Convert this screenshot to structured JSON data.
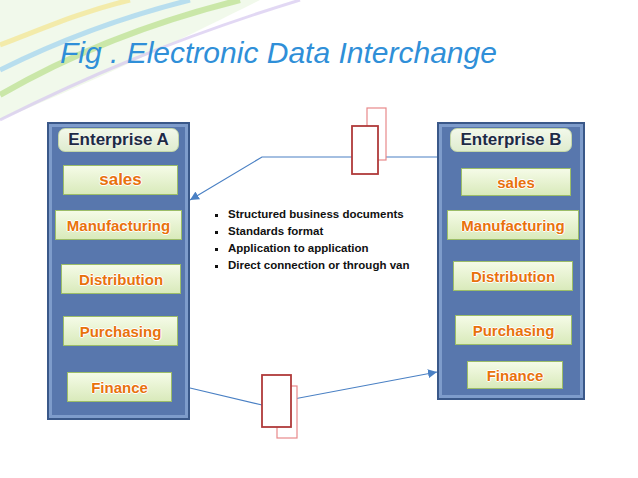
{
  "diagram": {
    "title": "Fig . Electronic Data Interchange",
    "nodes": [
      {
        "text": [
          "Enterprise A"
        ]
      },
      {
        "text": [
          "sales"
        ],
        "in": 0
      },
      {
        "text": [
          "Manufacturing"
        ],
        "in": 0
      },
      {
        "text": [
          "Distribution"
        ],
        "in": 0
      },
      {
        "text": [
          "Purchasing"
        ],
        "in": 0
      },
      {
        "text": [
          "Finance"
        ],
        "in": 0
      },
      {
        "text": [
          "Enterprise B"
        ]
      },
      {
        "text": [
          "sales"
        ],
        "in": 6
      },
      {
        "text": [
          "Manufacturing"
        ],
        "in": 6
      },
      {
        "text": [
          "Distribution"
        ],
        "in": 6
      },
      {
        "text": [
          "Purchasing"
        ],
        "in": 6
      },
      {
        "text": [
          "Finance"
        ],
        "in": 6
      }
    ],
    "edges": [
      {
        "from": 6,
        "to": 0,
        "arrow": "to"
      },
      {
        "from": 0,
        "to": 6,
        "arrow": "to"
      }
    ],
    "labels": [
      "Structured business documents",
      "Standards format",
      "Application to application",
      "Direct connection or through van"
    ]
  }
}
